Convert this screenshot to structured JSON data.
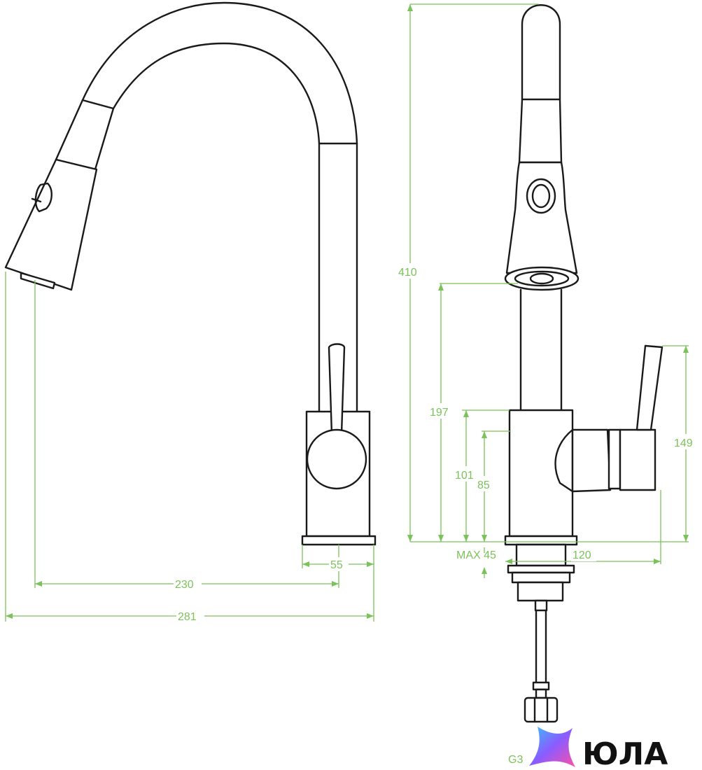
{
  "dimensions": {
    "total_height": "410",
    "spout_outlet_height": "197",
    "body_height": "101",
    "lever_axis_height": "85",
    "lever_top_height": "149",
    "max_countertop": "MAX 45",
    "base_depth": "120",
    "base_width": "55",
    "spout_reach": "230",
    "overall_width": "281",
    "thread": "G3"
  },
  "brand": {
    "name": "ЮЛА"
  },
  "colors": {
    "dimension_line": "#7cc25a",
    "outline": "#1a1a1a",
    "logo_gradient": [
      "#35c3ff",
      "#8a5cff",
      "#ff4fa8"
    ]
  }
}
